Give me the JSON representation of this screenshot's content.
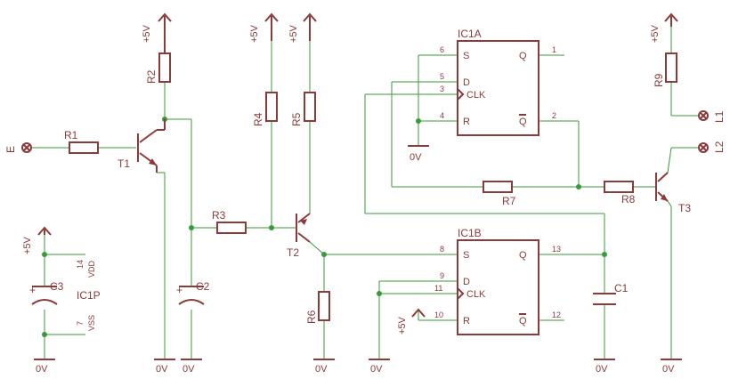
{
  "components": {
    "R1": "R1",
    "R2": "R2",
    "R3": "R3",
    "R4": "R4",
    "R5": "R5",
    "R6": "R6",
    "R7": "R7",
    "R8": "R8",
    "R9": "R9",
    "C1": "C1",
    "C2": "C2",
    "C3": "C3",
    "T1": "T1",
    "T2": "T2",
    "T3": "T3",
    "IC1A": "IC1A",
    "IC1B": "IC1B",
    "IC1P": "IC1P"
  },
  "ports": {
    "E": "E",
    "L1": "L1",
    "L2": "L2"
  },
  "supply": {
    "vcc": "+5V",
    "gnd": "0V"
  },
  "ic1a": {
    "S": "S",
    "D": "D",
    "CLK": "CLK",
    "R": "R",
    "Q": "Q",
    "Qbar": "Q",
    "pin_s": "6",
    "pin_d": "5",
    "pin_clk": "3",
    "pin_r": "4",
    "pin_q": "1",
    "pin_qbar": "2"
  },
  "ic1b": {
    "S": "S",
    "D": "D",
    "CLK": "CLK",
    "R": "R",
    "Q": "Q",
    "Qbar": "Q",
    "pin_s": "8",
    "pin_d": "9",
    "pin_clk": "11",
    "pin_r": "10",
    "pin_q": "13",
    "pin_qbar": "12"
  },
  "ic1p": {
    "pin_vdd": "14",
    "vdd": "VDD",
    "pin_vss": "7",
    "vss": "VSS"
  },
  "colors": {
    "wire": "#3a9a3a",
    "part": "#8b3a3a",
    "background": "#ffffff"
  }
}
